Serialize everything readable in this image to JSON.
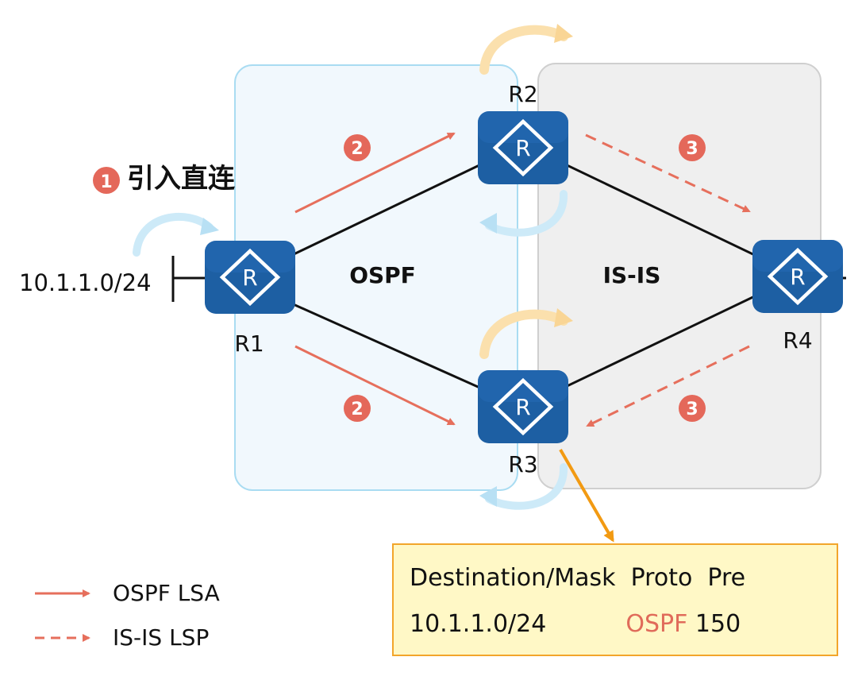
{
  "areas": {
    "ospf": "OSPF",
    "isis": "IS-IS"
  },
  "routers": {
    "r1": "R1",
    "r2": "R2",
    "r3": "R3",
    "r4": "R4",
    "glyph": "R"
  },
  "network": "10.1.1.0/24",
  "steps": {
    "one": "1",
    "two": "2",
    "three": "3",
    "step1_label": "引入直连"
  },
  "route_table": {
    "header": "Destination/Mask  Proto  Pre",
    "row_dest": "10.1.1.0/24",
    "row_proto": "OSPF",
    "row_pre": "150"
  },
  "legend": {
    "ospf_lsa": "OSPF LSA",
    "isis_lsp": "IS-IS LSP"
  },
  "colors": {
    "ospf_area": "#eef7fd",
    "isis_area": "#efefef",
    "router": "#1d5fa3",
    "arrow": "#e66f5c",
    "step_badge": "#e4685a",
    "callout": "#f29a12"
  }
}
